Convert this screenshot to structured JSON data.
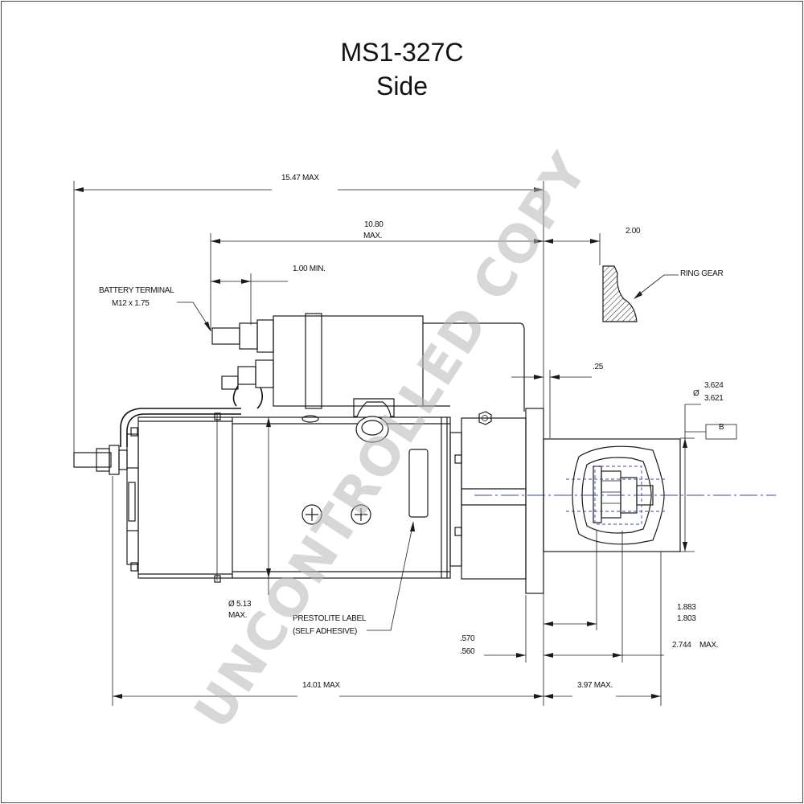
{
  "title": "MS1-327C",
  "subtitle": "Side",
  "watermark": "UNCONTROLLED COPY",
  "dimensions": {
    "overall_length": "15.47 MAX",
    "solenoid_length_1": "10.80",
    "solenoid_length_2": "MAX.",
    "terminal_min": "1.00 MIN.",
    "ring_gear_offset": "2.00",
    "flange_offset": ".25",
    "pilot_dia_1": "3.624",
    "pilot_dia_2": "3.621",
    "dia_symbol": "Ø",
    "datum": "B",
    "body_dia_1": "Ø  5.13",
    "body_dia_2": "MAX.",
    "pinion_1": "1.883",
    "pinion_2": "1.803",
    "flange_thk_1": ".570",
    "flange_thk_2": ".560",
    "nose_length": "2.744",
    "nose_length_max": "MAX.",
    "body_length": "14.01 MAX",
    "front_length": "3.97 MAX."
  },
  "labels": {
    "battery_terminal_1": "BATTERY TERMINAL",
    "battery_terminal_2": "M12 x 1.75",
    "ring_gear": "RING GEAR",
    "prestolite_label_1": "PRESTOLITE LABEL",
    "prestolite_label_2": "(SELF ADHESIVE)"
  },
  "colors": {
    "line": "#1a1a1a",
    "centerline": "#3a46a8",
    "watermark": "#b8b8b8"
  }
}
